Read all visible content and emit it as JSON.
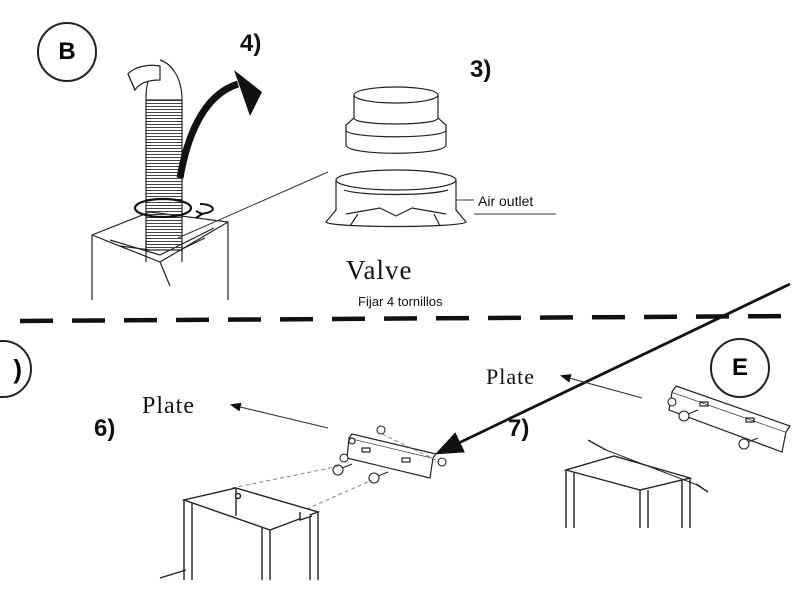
{
  "sections": {
    "b": {
      "badge": "B",
      "step_rotate": "4)",
      "step_valve": "3)"
    },
    "d": {
      "badge_partial": ")",
      "step": "6)"
    },
    "e": {
      "badge": "E",
      "step": "7)"
    }
  },
  "labels": {
    "air_outlet": "Air outlet",
    "valve": "Valve",
    "fixing_note": "Fijar 4 tornillos",
    "plate_left": "Plate",
    "plate_right": "Plate"
  },
  "colors": {
    "line": "#111111",
    "background": "#ffffff"
  }
}
